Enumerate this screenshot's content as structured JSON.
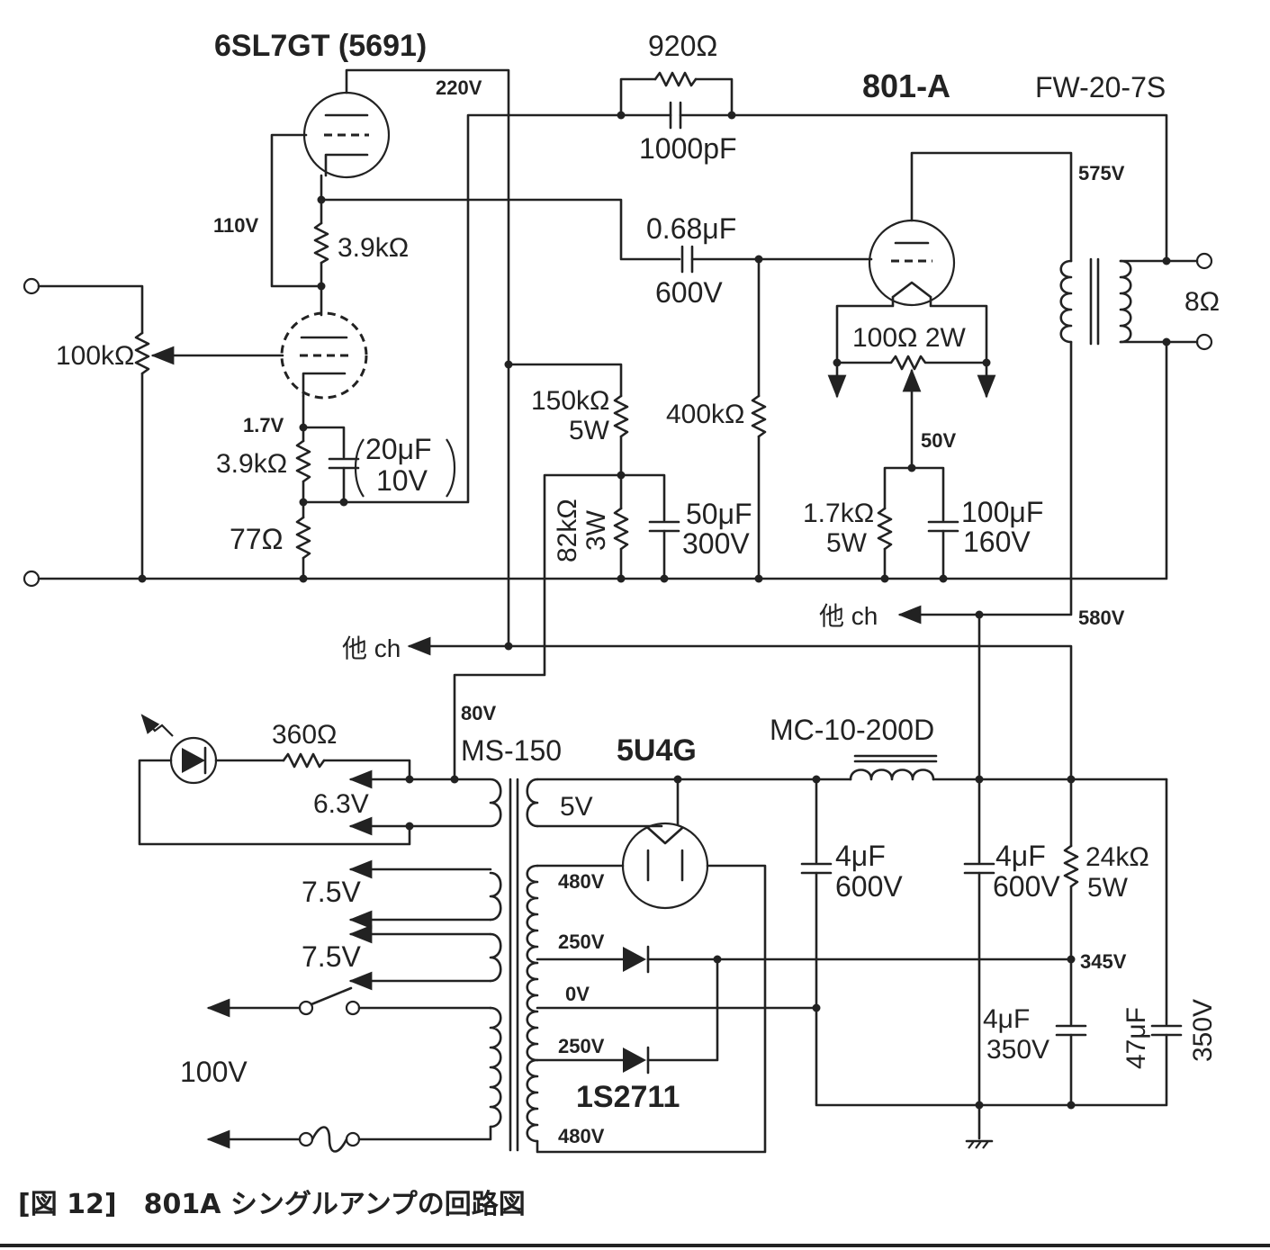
{
  "tubes": {
    "driver": "6SL7GT (5691)",
    "output": "801-A",
    "rectifier": "5U4G"
  },
  "transformers": {
    "output": "FW-20-7S",
    "power": "MS-150",
    "choke": "MC-10-200D"
  },
  "diode": "1S2711",
  "voltages": {
    "plate_driver": "220V",
    "grid_bias_driver": "110V",
    "cathode_input": "1.7V",
    "output_plate": "575V",
    "output_cathode": "50V",
    "b_plus": "580V",
    "bias_node": "345V",
    "regulator": "80V"
  },
  "components": {
    "r_920": "920Ω",
    "c_1000p": "1000pF",
    "c_068": "0.68μF",
    "c_068_v": "600V",
    "r_39k_top": "3.9kΩ",
    "pot_100k": "100kΩ",
    "r_39k_bot": "3.9kΩ",
    "c_20u": "20μF",
    "c_20u_v": "10V",
    "r_77": "77Ω",
    "r_150k": "150kΩ",
    "r_150k_w": "5W",
    "r_82k": "82kΩ",
    "r_82k_w": "3W",
    "c_50u": "50μF",
    "c_50u_v": "300V",
    "r_400k": "400kΩ",
    "hum_pot": "100Ω 2W",
    "r_17k": "1.7kΩ",
    "r_17k_w": "5W",
    "c_100u": "100μF",
    "c_100u_v": "160V",
    "out_8": "8Ω",
    "r_360": "360Ω",
    "c_4u_a": "4μF",
    "c_4u_a_v": "600V",
    "c_4u_b": "4μF",
    "c_4u_b_v": "600V",
    "r_24k": "24kΩ",
    "r_24k_w": "5W",
    "c_4u_c": "4μF",
    "c_4u_c_v": "350V",
    "c_47u": "47μF",
    "c_47u_v": "350V"
  },
  "windings": {
    "w_63": "6.3V",
    "w_5": "5V",
    "w_75a": "7.5V",
    "w_75b": "7.5V",
    "w_480a": "480V",
    "w_250a": "250V",
    "w_0": "0V",
    "w_250b": "250V",
    "w_480b": "480V",
    "mains": "100V"
  },
  "other_ch_top": "他 ch",
  "other_ch_left": "他 ch",
  "caption": "[図 12]　801A シングルアンプの回路図"
}
